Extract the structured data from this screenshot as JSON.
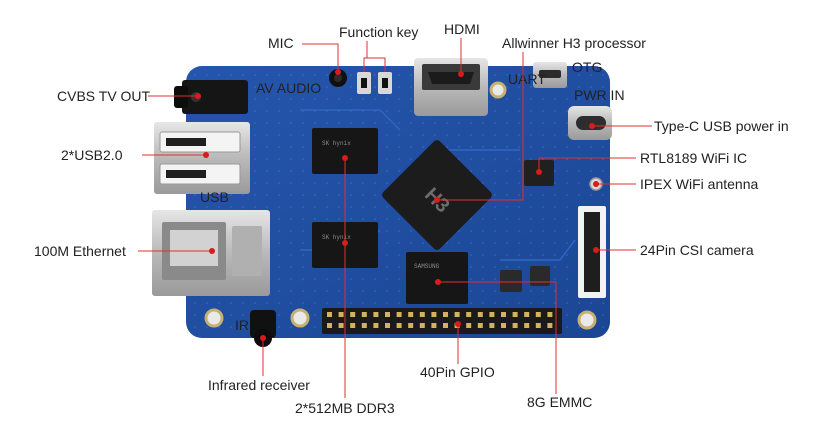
{
  "labels": {
    "mic": "MIC",
    "function_key": "Function key",
    "hdmi": "HDMI",
    "processor": "Allwinner H3 processor",
    "cvbs": "CVBS TV OUT",
    "type_c": "Type-C USB power in",
    "usb": "2*USB2.0",
    "wifi_ic": "RTL8189 WiFi IC",
    "ipex": "IPEX WiFi antenna",
    "ethernet": "100M Ethernet",
    "csi": "24Pin CSI camera",
    "ir": "Infrared receiver",
    "gpio": "40Pin GPIO",
    "emmc": "8G EMMC",
    "ddr": "2*512MB DDR3"
  },
  "silkscreen": {
    "otg": "OTG",
    "pwr": "PWR IN",
    "uart": "UART",
    "audio": "AV AUDIO",
    "usb_mark": "USB",
    "chip_text": "H3",
    "ir_mark": "IR"
  },
  "colors": {
    "board": "#1f4fa3",
    "board_dark": "#163c80",
    "chip": "#1a1a1a",
    "metal": "#c9c9c9",
    "gold": "#c9a23c",
    "leader": "#e03030",
    "dot": "#d81b1b"
  }
}
